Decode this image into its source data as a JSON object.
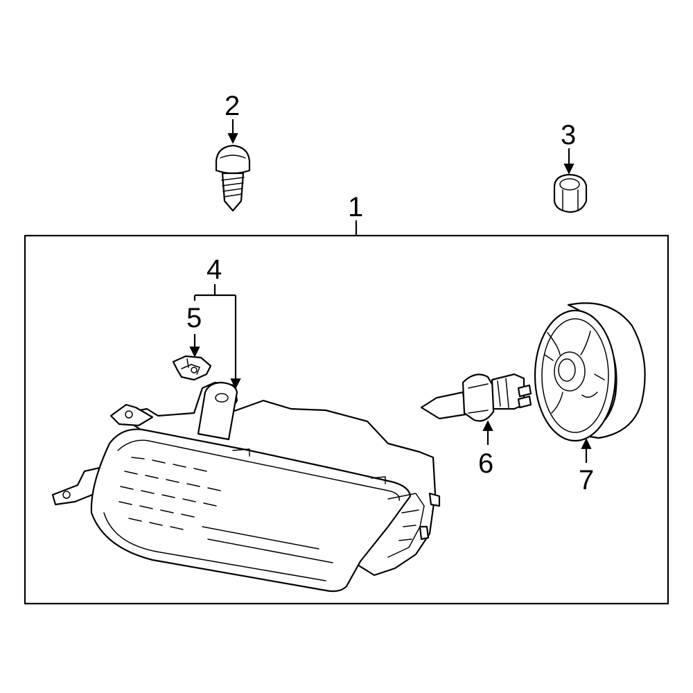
{
  "callouts": {
    "c1": "1",
    "c2": "2",
    "c3": "3",
    "c4": "4",
    "c5": "5",
    "c6": "6",
    "c7": "7"
  },
  "parts": [
    {
      "callout": "1",
      "icon": "headlamp-assembly-frame-icon"
    },
    {
      "callout": "2",
      "icon": "screw-icon"
    },
    {
      "callout": "3",
      "icon": "nut-icon"
    },
    {
      "callout": "4",
      "icon": "headlamp-housing-icon"
    },
    {
      "callout": "5",
      "icon": "clip-icon"
    },
    {
      "callout": "6",
      "icon": "bulb-icon"
    },
    {
      "callout": "7",
      "icon": "socket-cover-icon"
    }
  ],
  "colors": {
    "line": "#000000",
    "background": "#ffffff"
  }
}
